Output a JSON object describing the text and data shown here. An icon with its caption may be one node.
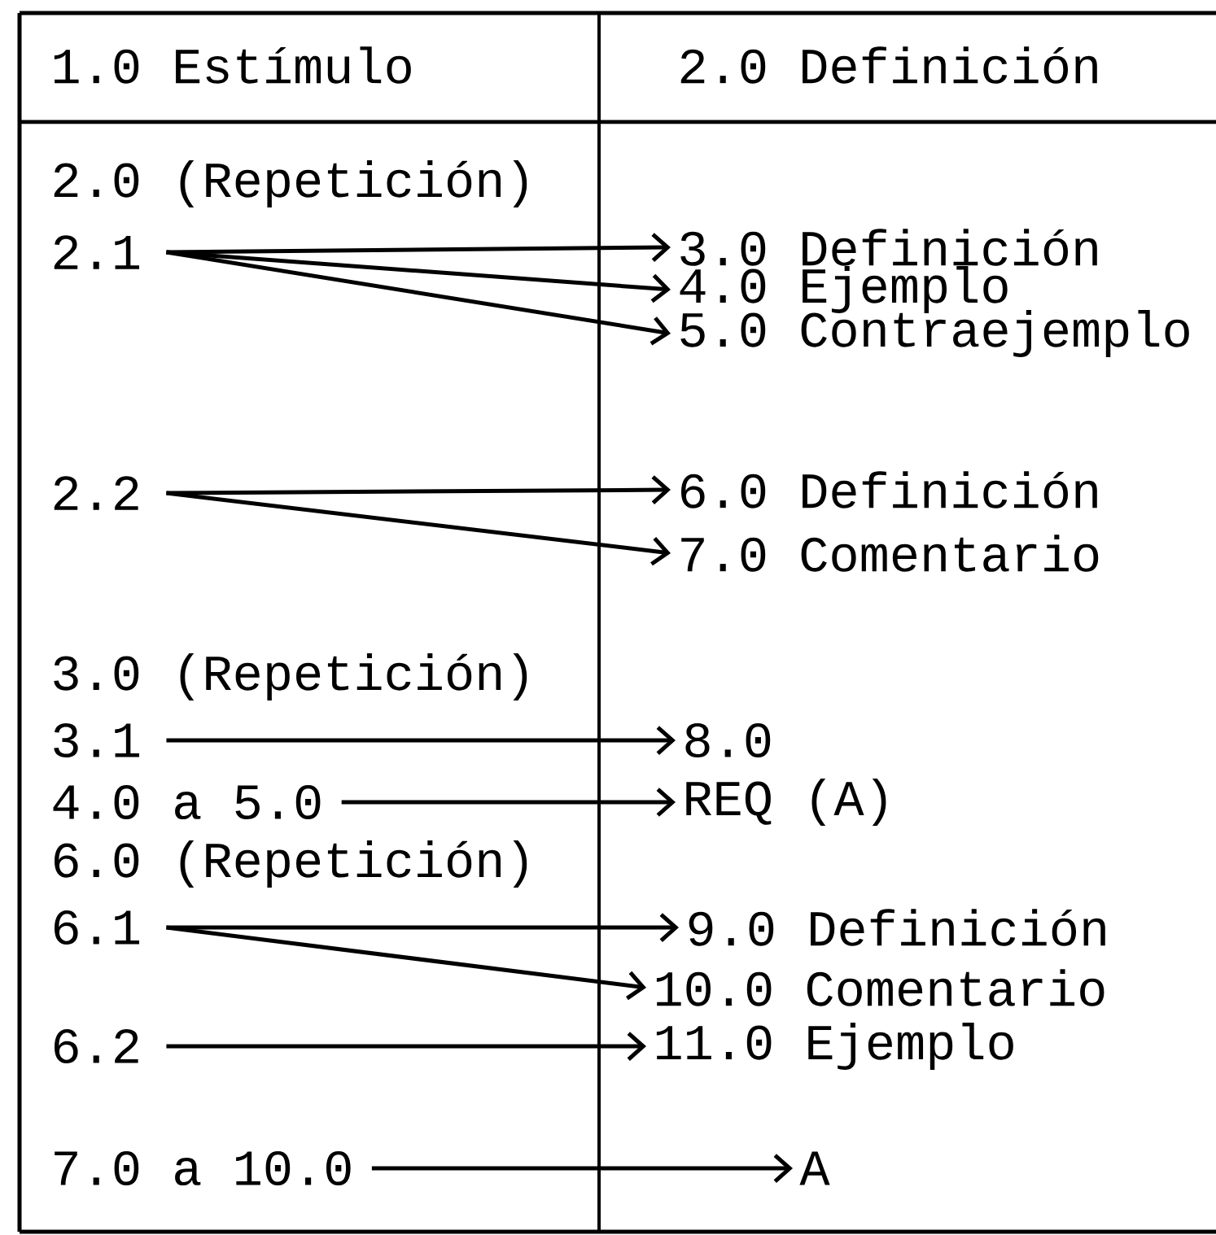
{
  "diagram": {
    "nodes": [
      {
        "text": [
          "2.1"
        ]
      },
      {
        "text": [
          "3.0 Definición"
        ]
      },
      {
        "text": [
          "4.0 Ejemplo"
        ]
      },
      {
        "text": [
          "5.0 Contraejemplo"
        ]
      },
      {
        "text": [
          "2.2"
        ]
      },
      {
        "text": [
          "6.0 Definición"
        ]
      },
      {
        "text": [
          "7.0 Comentario"
        ]
      },
      {
        "text": [
          "3.1"
        ]
      },
      {
        "text": [
          "8.0"
        ]
      },
      {
        "text": [
          "4.0 a 5.0"
        ]
      },
      {
        "text": [
          "REQ (A)"
        ]
      },
      {
        "text": [
          "6.1"
        ]
      },
      {
        "text": [
          "9.0 Definición"
        ]
      },
      {
        "text": [
          "10.0 Comentario"
        ]
      },
      {
        "text": [
          "6.2"
        ]
      },
      {
        "text": [
          "11.0 Ejemplo"
        ]
      },
      {
        "text": [
          "7.0 a 10.0"
        ]
      },
      {
        "text": [
          "A"
        ]
      }
    ],
    "edges": [
      {
        "from": 0,
        "to": 1,
        "arrow": "to"
      },
      {
        "from": 0,
        "to": 2,
        "arrow": "to"
      },
      {
        "from": 0,
        "to": 3,
        "arrow": "to"
      },
      {
        "from": 4,
        "to": 5,
        "arrow": "to"
      },
      {
        "from": 4,
        "to": 6,
        "arrow": "to"
      },
      {
        "from": 7,
        "to": 8,
        "arrow": "to"
      },
      {
        "from": 9,
        "to": 10,
        "arrow": "to"
      },
      {
        "from": 11,
        "to": 12,
        "arrow": "to"
      },
      {
        "from": 11,
        "to": 13,
        "arrow": "to"
      },
      {
        "from": 14,
        "to": 15,
        "arrow": "to"
      },
      {
        "from": 16,
        "to": 17,
        "arrow": "to"
      }
    ],
    "labels": [
      "1.0 Estímulo",
      "2.0 Definición",
      "2.0 (Repetición)",
      "3.0 (Repetición)",
      "6.0 (Repetición)"
    ]
  }
}
